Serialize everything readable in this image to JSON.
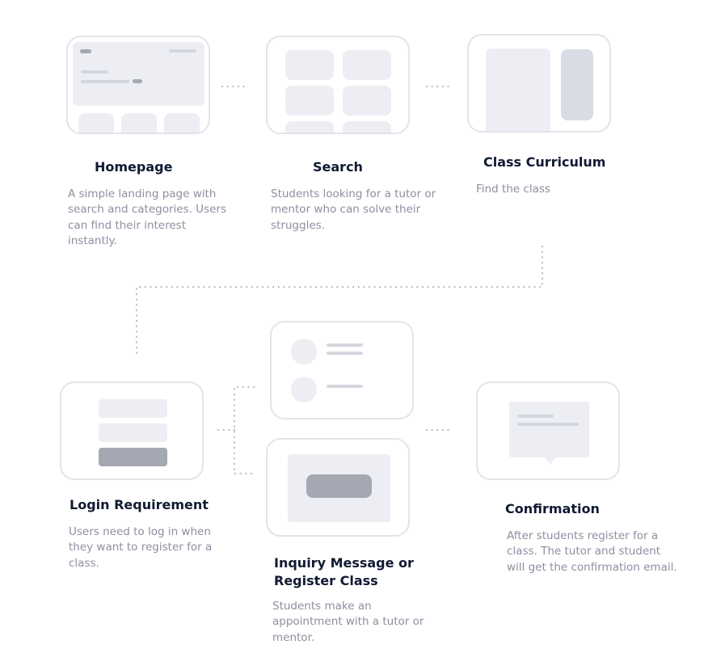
{
  "steps": {
    "homepage": {
      "title": "Homepage",
      "description": "A simple landing page with search and categories. Users can find their interest instantly."
    },
    "search": {
      "title": "Search",
      "description": "Students looking for a tutor or mentor who can solve their struggles."
    },
    "class_curriculum": {
      "title": "Class Curriculum",
      "description": "Find the class"
    },
    "login_requirement": {
      "title": "Login Requirement",
      "description": "Users need to log in when they want to register for a class."
    },
    "inquiry_register": {
      "title": "Inquiry Message or Register Class",
      "description": "Students make an appointment with a tutor or mentor."
    },
    "confirmation": {
      "title": "Confirmation",
      "description": "After students register for a class. The tutor and student will get the confirmation email."
    }
  },
  "colors": {
    "card_border": "#e3e4ea",
    "placeholder_light": "#eceef3",
    "placeholder_dark": "#a4a8b3",
    "connector": "#b7bac4",
    "title": "#111a33",
    "description": "#8c90a0"
  }
}
